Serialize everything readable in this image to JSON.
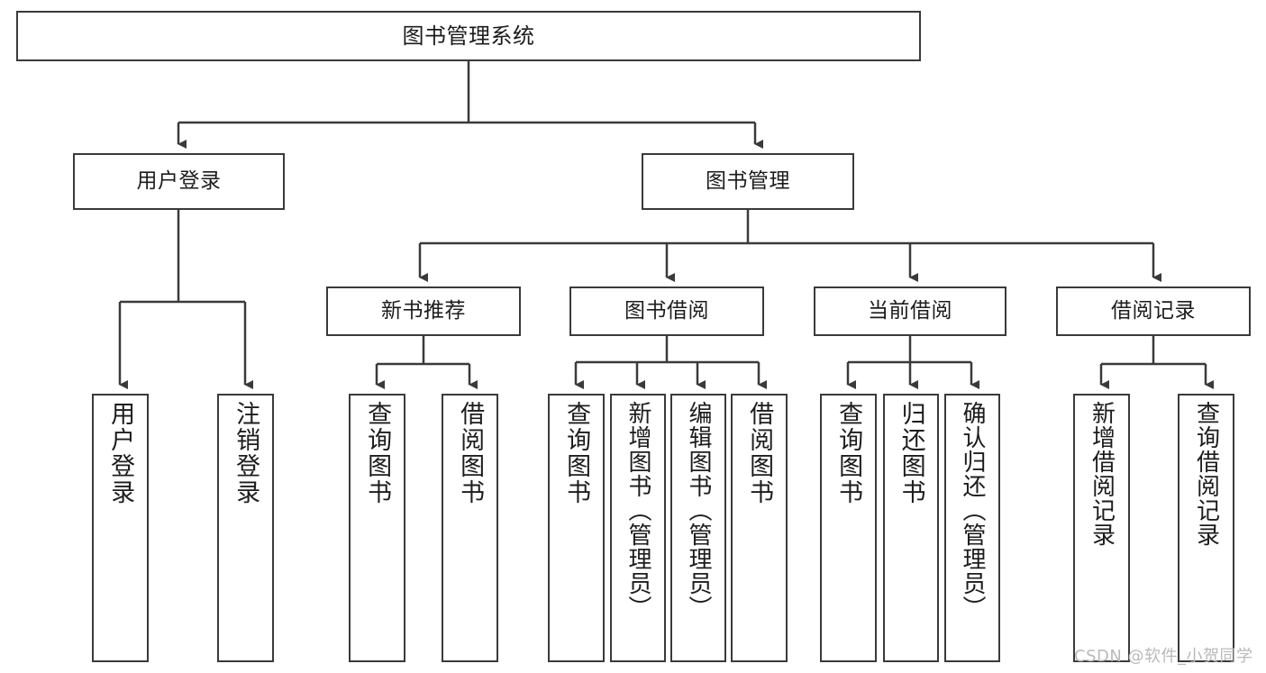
{
  "diagram": {
    "title": "图书管理系统",
    "type": "hierarchy-tree",
    "levels": 4,
    "root": {
      "id": "root",
      "label": "图书管理系统"
    },
    "level2": [
      {
        "id": "user-login",
        "label": "用户登录"
      },
      {
        "id": "book-manage",
        "label": "图书管理"
      }
    ],
    "level3": [
      {
        "id": "new-book-recommend",
        "label": "新书推荐"
      },
      {
        "id": "book-borrow",
        "label": "图书借阅"
      },
      {
        "id": "current-borrow",
        "label": "当前借阅"
      },
      {
        "id": "borrow-record",
        "label": "借阅记录"
      }
    ],
    "leaves": {
      "user_login": [
        {
          "id": "leaf-user-login",
          "label": "用户登录"
        },
        {
          "id": "leaf-user-logout",
          "label": "注销登录"
        }
      ],
      "new_book_recommend": [
        {
          "id": "leaf-query-book-1",
          "label": "查询图书"
        },
        {
          "id": "leaf-borrow-book-1",
          "label": "借阅图书"
        }
      ],
      "book_borrow": [
        {
          "id": "leaf-query-book-2",
          "label": "查询图书"
        },
        {
          "id": "leaf-add-book",
          "label": "新增图书（管理员）"
        },
        {
          "id": "leaf-edit-book",
          "label": "编辑图书（管理员）"
        },
        {
          "id": "leaf-borrow-book-2",
          "label": "借阅图书"
        }
      ],
      "current_borrow": [
        {
          "id": "leaf-query-book-3",
          "label": "查询图书"
        },
        {
          "id": "leaf-return-book",
          "label": "归还图书"
        },
        {
          "id": "leaf-confirm-return",
          "label": "确认归还（管理员）"
        }
      ],
      "borrow_record": [
        {
          "id": "leaf-add-record",
          "label": "新增借阅记录"
        },
        {
          "id": "leaf-query-record",
          "label": "查询借阅记录"
        }
      ]
    }
  },
  "watermark": {
    "text": "CSDN @软件_小贺同学"
  },
  "colors": {
    "stroke": "#3a3a3a",
    "background": "#ffffff",
    "text": "#1c1c1c",
    "watermark": "#b9b9b9"
  }
}
